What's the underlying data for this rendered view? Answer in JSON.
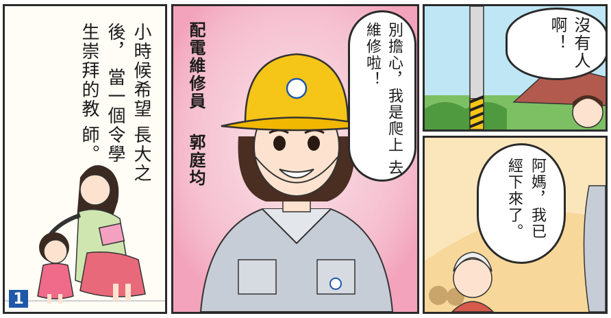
{
  "panel_number": "1",
  "narration": {
    "line1": "小時候希望",
    "line2": "長大之後，",
    "line3": "當一個令學",
    "line4": "生崇拜的教",
    "line5": "師。"
  },
  "caption": {
    "role": "配電維修員",
    "name": "郭庭均"
  },
  "speech_worker": {
    "line1": "別擔心，我是爬上",
    "line2": "去維修啦！"
  },
  "speech_nobody": {
    "line1": "沒有人",
    "line2": "啊！"
  },
  "speech_grandma": {
    "line1": "阿媽，我已",
    "line2": "經下來了。"
  },
  "colors": {
    "panel2_bg": "#f6c6d4",
    "helmet": "#f5c518",
    "uniform": "#c7cdd6",
    "panel4_bg": "#f7d79a",
    "badge": "#1f58a8"
  }
}
